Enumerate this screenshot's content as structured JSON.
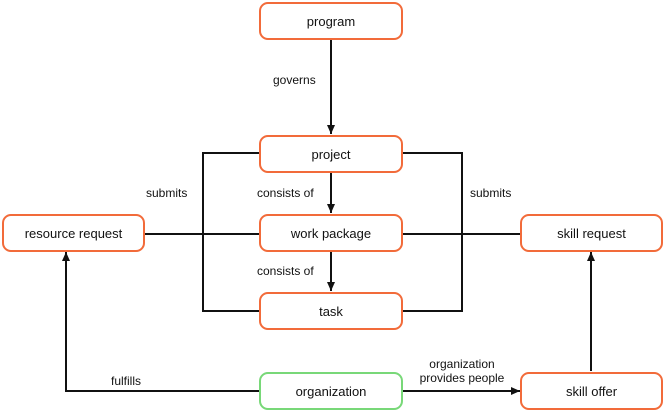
{
  "nodes": {
    "program": "program",
    "project": "project",
    "work_package": "work package",
    "task": "task",
    "resource_request": "resource request",
    "skill_request": "skill request",
    "organization": "organization",
    "skill_offer": "skill offer"
  },
  "edges": {
    "governs": "governs",
    "consists_of_1": "consists of",
    "consists_of_2": "consists of",
    "submits_left": "submits",
    "submits_right": "submits",
    "fulfills": "fulfills",
    "provides_line1": "organization",
    "provides_line2": "provides people"
  },
  "colors": {
    "node_border": "#f26b3a",
    "organization_border": "#78d878",
    "edge": "#111111"
  }
}
